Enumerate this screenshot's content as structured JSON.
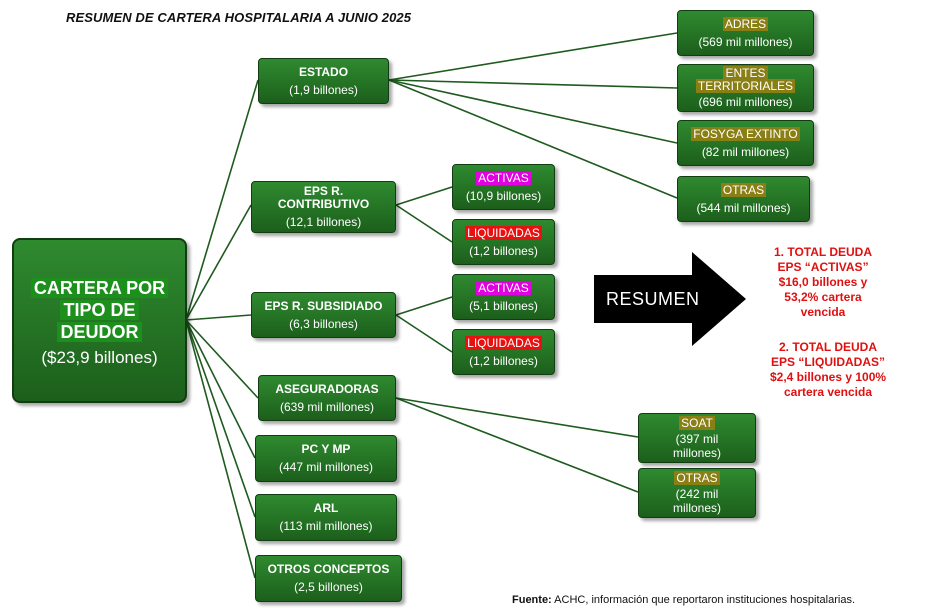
{
  "title": "RESUMEN DE CARTERA HOSPITALARIA A JUNIO 2025",
  "root": {
    "label": [
      "CARTERA POR",
      "TIPO DE",
      "DEUDOR"
    ],
    "value": "($23,9 billones)"
  },
  "estado": {
    "label": "ESTADO",
    "value": "(1,9 billones)"
  },
  "eps_contributivo": {
    "label": [
      "EPS R.",
      "CONTRIBUTIVO"
    ],
    "value": "(12,1 billones)"
  },
  "eps_subsidiado": {
    "label": "EPS R. SUBSIDIADO",
    "value": "(6,3 billones)"
  },
  "aseguradoras": {
    "label": "ASEGURADORAS",
    "value": "(639 mil millones)"
  },
  "pc_mp": {
    "label": "PC Y MP",
    "value": "(447 mil millones)"
  },
  "arl": {
    "label": "ARL",
    "value": "(113 mil millones)"
  },
  "otros_conceptos": {
    "label": "OTROS CONCEPTOS",
    "value": "(2,5 billones)"
  },
  "adres": {
    "label": "ADRES",
    "value": "(569 mil millones)"
  },
  "entes": {
    "label": [
      "ENTES",
      "TERRITORIALES"
    ],
    "value": "(696 mil millones)"
  },
  "fosyga": {
    "label": "FOSYGA EXTINTO",
    "value": "(82 mil millones)"
  },
  "otras_estado": {
    "label": "OTRAS",
    "value": "(544 mil millones)"
  },
  "contrib_activas": {
    "label": "ACTIVAS",
    "value": "(10,9 billones)"
  },
  "contrib_liquidadas": {
    "label": "LIQUIDADAS",
    "value": "(1,2 billones)"
  },
  "subs_activas": {
    "label": "ACTIVAS",
    "value": "(5,1 billones)"
  },
  "subs_liquidadas": {
    "label": "LIQUIDADAS",
    "value": "(1,2 billones)"
  },
  "soat": {
    "label": "SOAT",
    "value": [
      "(397 mil",
      "millones)"
    ]
  },
  "otras_aseg": {
    "label": "OTRAS",
    "value": [
      "(242 mil",
      "millones)"
    ]
  },
  "resumen": {
    "label": "RESUMEN"
  },
  "note1": [
    "1. TOTAL DEUDA",
    "EPS “ACTIVAS”",
    "$16,0 billones y",
    "53,2% cartera",
    "vencida"
  ],
  "note2": [
    "2. TOTAL DEUDA",
    "EPS “LIQUIDADAS”",
    "$2,4 billones y 100%",
    "cartera vencida"
  ],
  "source": {
    "prefix": "Fuente:",
    "text": " ACHC, información que reportaron instituciones hospitalarias."
  },
  "colors": {
    "box_green": "#2a7a2a",
    "line": "#1f5a1f",
    "highlight_olive": "#8a7f14",
    "highlight_magenta": "#e000e0",
    "highlight_red": "#e81010",
    "note_red": "#e01010"
  }
}
